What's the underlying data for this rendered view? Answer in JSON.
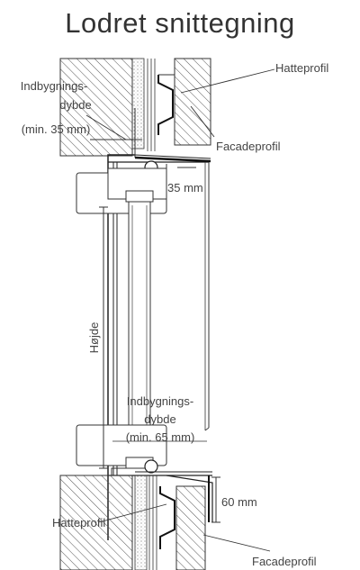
{
  "title": "Lodret snittegning",
  "labels": {
    "hatteprofil_top": "Hatteprofil",
    "facadeprofil_top": "Facadeprofil",
    "depth_top_l1": "Indbygnings-",
    "depth_top_l2": "dybde",
    "depth_top_l3": "(min. 35 mm)",
    "dim_35": "35 mm",
    "hojde": "Højde",
    "depth_bot_l1": "Indbygnings-",
    "depth_bot_l2": "dybde",
    "depth_bot_l3": "(min. 65 mm)",
    "dim_60": "60 mm",
    "hatteprofil_bot": "Hatteprofil",
    "facadeprofil_bot": "Facadeprofil"
  },
  "colors": {
    "line": "#222222",
    "text": "#444444",
    "hatch": "#555555"
  }
}
